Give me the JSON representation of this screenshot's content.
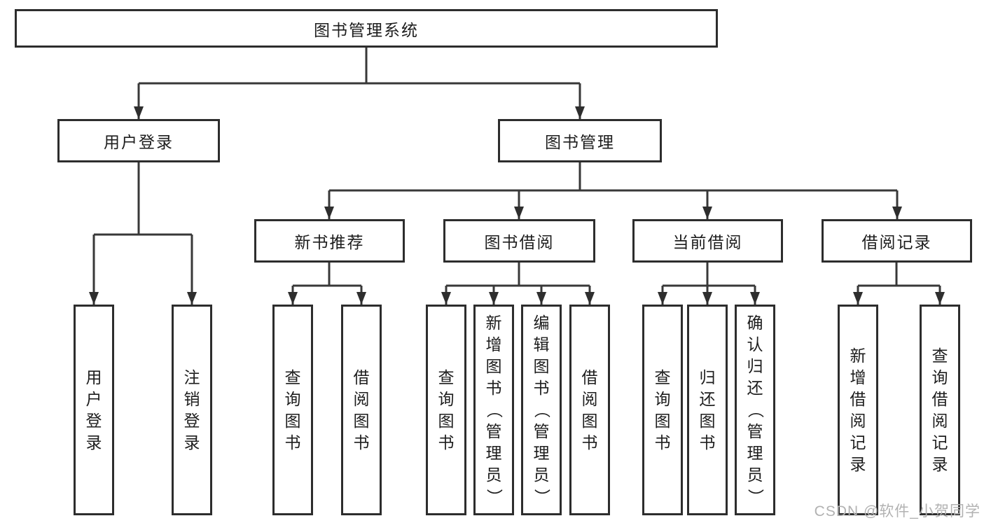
{
  "tree": {
    "label": "图书管理系统",
    "children": [
      {
        "label": "用户登录",
        "children": [
          {
            "label": "用户登录"
          },
          {
            "label": "注销登录"
          }
        ]
      },
      {
        "label": "图书管理",
        "children": [
          {
            "label": "新书推荐",
            "children": [
              {
                "label": "查询图书"
              },
              {
                "label": "借阅图书"
              }
            ]
          },
          {
            "label": "图书借阅",
            "children": [
              {
                "label": "查询图书"
              },
              {
                "label": "新增图书（管理员）"
              },
              {
                "label": "编辑图书（管理员）"
              },
              {
                "label": "借阅图书"
              }
            ]
          },
          {
            "label": "当前借阅",
            "children": [
              {
                "label": "查询图书"
              },
              {
                "label": "归还图书"
              },
              {
                "label": "确认归还（管理员）"
              }
            ]
          },
          {
            "label": "借阅记录",
            "children": [
              {
                "label": "新增借阅记录"
              },
              {
                "label": "查询借阅记录"
              }
            ]
          }
        ]
      }
    ]
  },
  "watermark": {
    "text": "CSDN @软件_小贺同学"
  },
  "colors": {
    "background": "#ffffff",
    "box_border": "#2d2d2d",
    "line": "#383838",
    "text": "#1d1d1d",
    "watermark": "#b2b2b2"
  }
}
